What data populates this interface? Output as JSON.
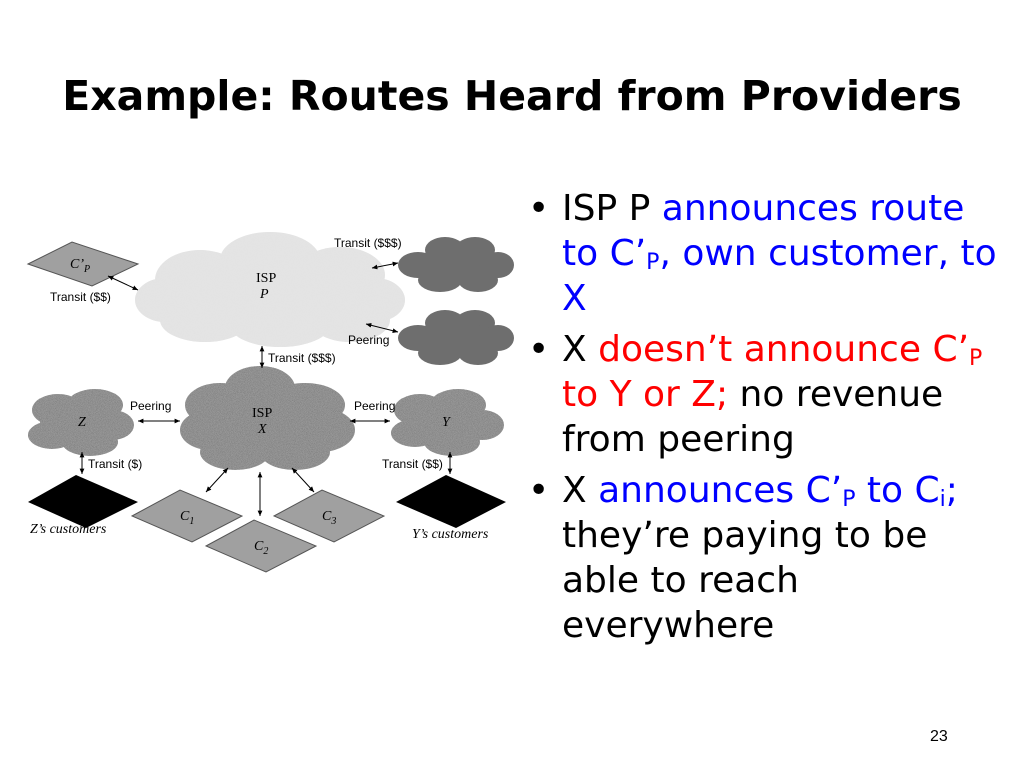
{
  "title": "Example: Routes Heard from Providers",
  "page_number": "23",
  "bullets": [
    {
      "segments": [
        {
          "text": "ISP P ",
          "color": "black"
        },
        {
          "text": "announces route to C’",
          "color": "blue"
        },
        {
          "text": "P",
          "color": "blue",
          "sub": true
        },
        {
          "text": ", own customer, to X",
          "color": "blue"
        }
      ]
    },
    {
      "segments": [
        {
          "text": "X ",
          "color": "black"
        },
        {
          "text": "doesn’t announce C’",
          "color": "red"
        },
        {
          "text": "P",
          "color": "red",
          "sub": true
        },
        {
          "text": " to Y or Z;",
          "color": "red"
        },
        {
          "text": " no revenue from peering",
          "color": "black"
        }
      ]
    },
    {
      "segments": [
        {
          "text": "X ",
          "color": "black"
        },
        {
          "text": "announces C’",
          "color": "blue"
        },
        {
          "text": "P",
          "color": "blue",
          "sub": true
        },
        {
          "text": " to C",
          "color": "blue"
        },
        {
          "text": "i",
          "color": "blue",
          "sub": true
        },
        {
          "text": ";",
          "color": "blue"
        },
        {
          "text": " they’re paying to be able to reach everywhere",
          "color": "black"
        }
      ]
    }
  ],
  "diagram": {
    "isp_p": {
      "line1": "ISP",
      "line2": "P"
    },
    "isp_x": {
      "line1": "ISP",
      "line2": "X"
    },
    "node_z": "Z",
    "node_y": "Y",
    "cp": {
      "main": "C’",
      "sub": "P"
    },
    "c1": {
      "main": "C",
      "sub": "1"
    },
    "c2": {
      "main": "C",
      "sub": "2"
    },
    "c3": {
      "main": "C",
      "sub": "3"
    },
    "z_customers": "Z’s customers",
    "y_customers": "Y’s customers",
    "labels": {
      "transit_top": "Transit ($$$)",
      "transit_cp": "Transit ($$)",
      "peering_p": "Peering",
      "transit_px": "Transit ($$$)",
      "peering_zx": "Peering",
      "peering_xy": "Peering",
      "transit_z": "Transit ($)",
      "transit_y": "Transit ($$)"
    },
    "colors": {
      "diamond_gray": "#a0a0a0",
      "diamond_black": "#000000",
      "cloud_light": "#e2e2e2",
      "cloud_mid": "#9a9a9a",
      "cloud_dark": "#6e6e6e"
    }
  }
}
